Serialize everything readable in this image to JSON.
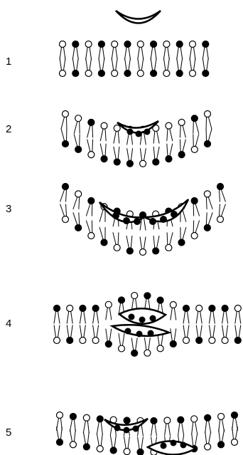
{
  "panels": [
    {
      "label": "1",
      "state": "curvature-sensing protein approaching flat bilayer"
    },
    {
      "label": "2",
      "state": "protein binding induces shallow curvature"
    },
    {
      "label": "3",
      "state": "two bound proteins produce strong curvature"
    },
    {
      "label": "4",
      "state": "protein crossing / membrane bridging"
    },
    {
      "label": "5",
      "state": "proteins on opposite leaflets"
    }
  ],
  "colors": {
    "line": "#000000",
    "head_dark": "#000000",
    "head_light": "#ffffff",
    "background": "#ffffff"
  }
}
